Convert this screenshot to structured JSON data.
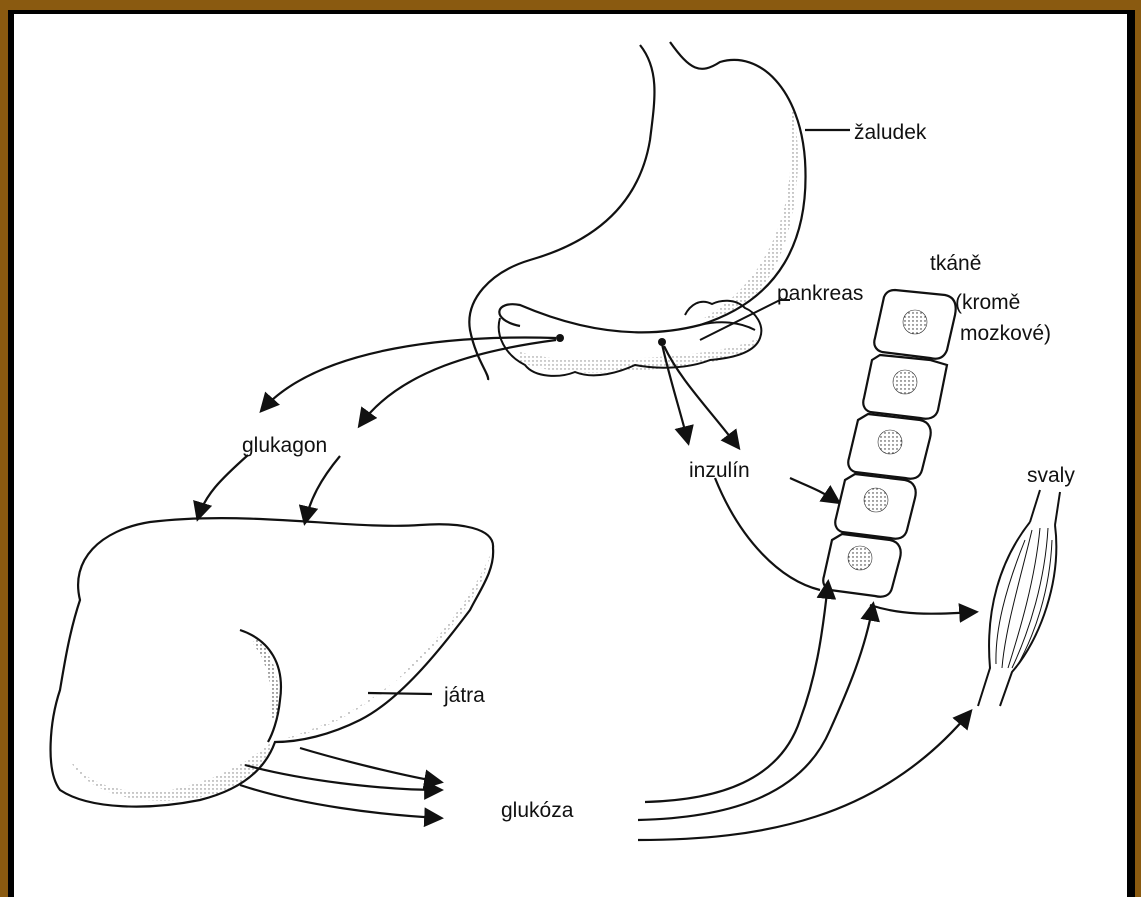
{
  "labels": {
    "stomach": "žaludek",
    "pancreas": "pankreas",
    "tissues": "tkáně",
    "tissues_note_1": "(kromě",
    "tissues_note_2": "mozkové)",
    "glucagon": "glukagon",
    "insulin": "inzulín",
    "muscles": "svaly",
    "liver": "játra",
    "glucose": "glukóza"
  },
  "colors": {
    "border": "#8a5a10",
    "ink": "#111111",
    "paper": "#ffffff"
  }
}
